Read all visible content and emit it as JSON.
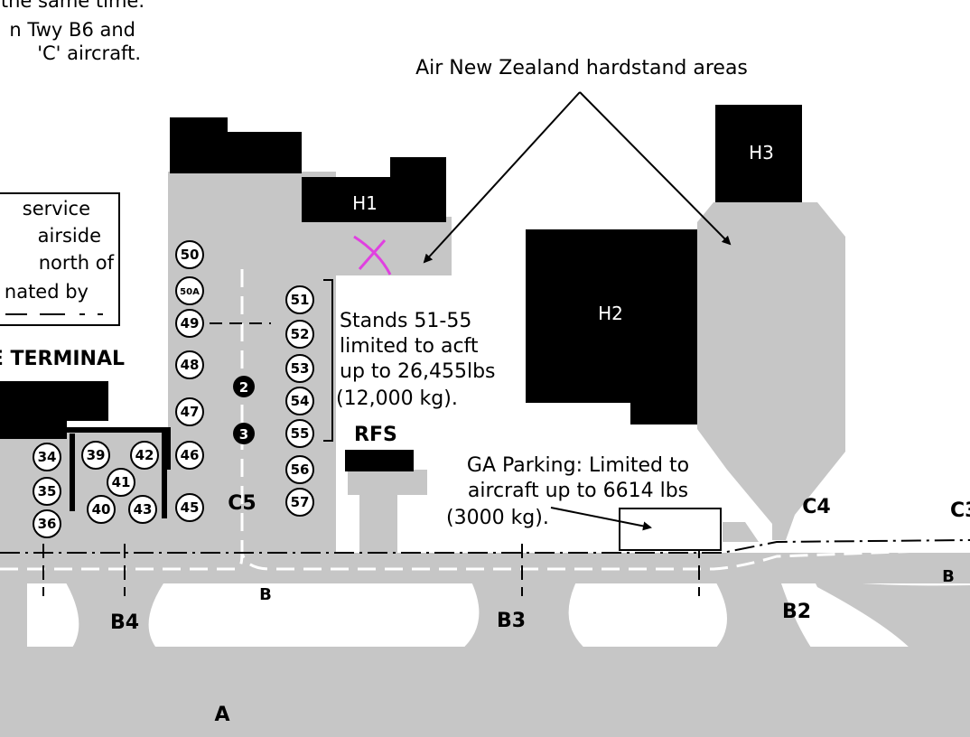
{
  "header_note": {
    "lines": [
      "the same time.",
      "n Twy B6 and",
      "'C' aircraft."
    ]
  },
  "service_box": {
    "lines": [
      "service",
      "airside",
      "north of",
      "nated by"
    ]
  },
  "terminal_label": "E TERMINAL",
  "hardstand_note": "Air New Zealand hardstand areas",
  "hangars": [
    "H1",
    "H2",
    "H3"
  ],
  "rfs_label": "RFS",
  "stands_note": {
    "lines": [
      "Stands 51-55",
      "limited to acft",
      "up to 26,455lbs",
      "(12,000 kg)."
    ]
  },
  "ga_note": {
    "lines": [
      "GA Parking: Limited to",
      "aircraft up to 6614 lbs",
      "(3000 kg)."
    ]
  },
  "stands": {
    "s34": "34",
    "s35": "35",
    "s36": "36",
    "s39": "39",
    "s40": "40",
    "s41": "41",
    "s42": "42",
    "s43": "43",
    "s45": "45",
    "s46": "46",
    "s47": "47",
    "s48": "48",
    "s49": "49",
    "s50": "50",
    "s50a": "50A",
    "s51": "51",
    "s52": "52",
    "s53": "53",
    "s54": "54",
    "s55": "55",
    "s56": "56",
    "s57": "57"
  },
  "hot_spots": [
    "2",
    "3"
  ],
  "taxiways": {
    "a": "A",
    "b_left": "B",
    "b_right": "B",
    "b2": "B2",
    "b3": "B3",
    "b4": "B4",
    "c4": "C4",
    "c5": "C5",
    "c3": "C3"
  },
  "colors": {
    "pavement": "#c6c6c6",
    "building": "#000000",
    "closure_mark": "#e040e0",
    "centerline": "#ffffff"
  }
}
